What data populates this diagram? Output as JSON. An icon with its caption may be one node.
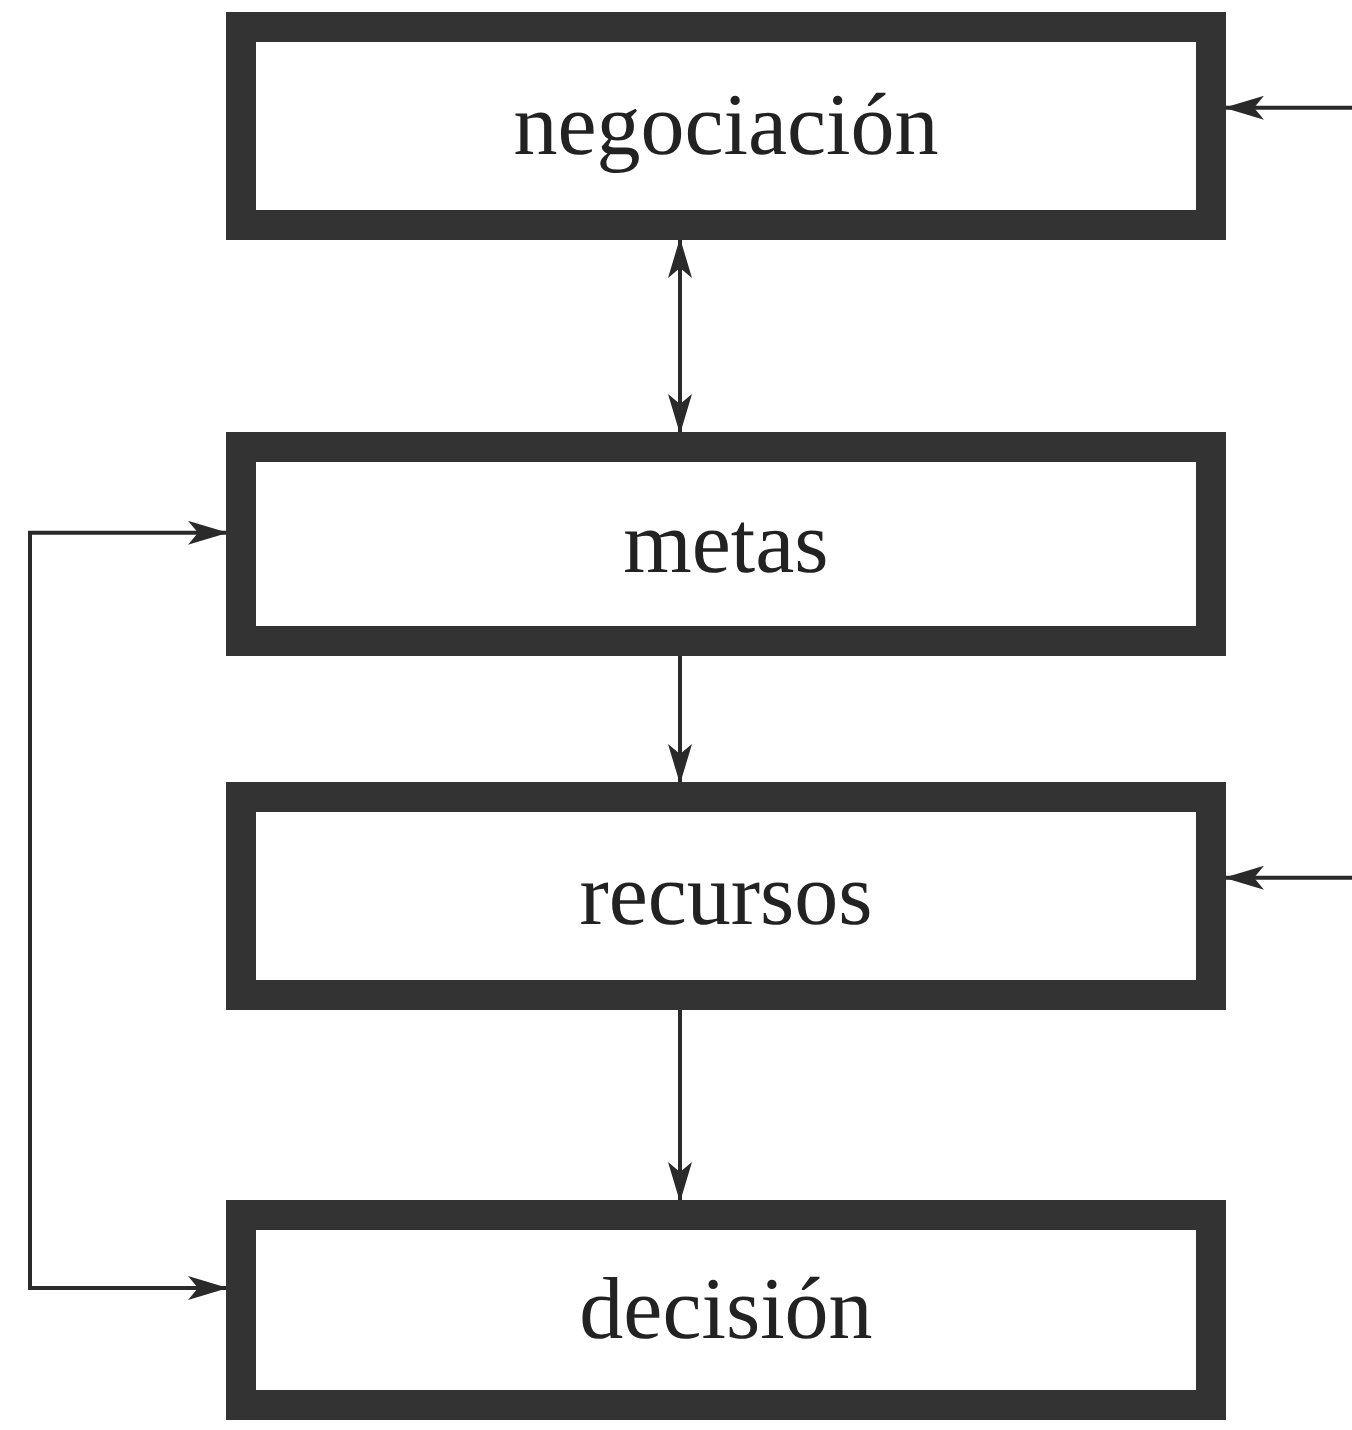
{
  "diagram": {
    "nodes": [
      {
        "text": [
          "negociación"
        ]
      },
      {
        "text": [
          "metas"
        ]
      },
      {
        "text": [
          "recursos"
        ]
      },
      {
        "text": [
          "decisión"
        ]
      }
    ],
    "edges": [
      {
        "from": 0,
        "to": 1,
        "arrow": "both"
      },
      {
        "from": 1,
        "to": 2,
        "arrow": "to"
      },
      {
        "from": 2,
        "to": 3,
        "arrow": "to"
      },
      {
        "from": 1,
        "to": 3,
        "arrow": "both"
      },
      {
        "from": null,
        "to": 0,
        "arrow": "to"
      },
      {
        "from": null,
        "to": 2,
        "arrow": "to"
      }
    ]
  }
}
